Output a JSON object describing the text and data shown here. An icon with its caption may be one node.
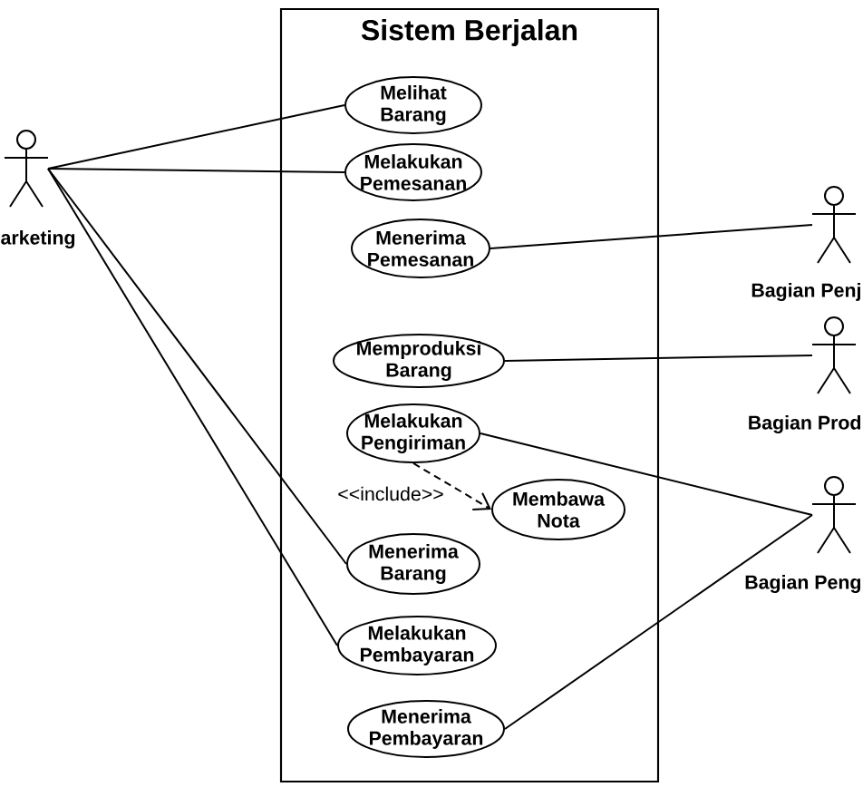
{
  "diagram": {
    "nodes": [
      {
        "text": [
          "Sistem Berjalan"
        ]
      },
      {
        "text": [
          "Melihat Barang"
        ],
        "in": 0
      },
      {
        "text": [
          "Melakukan Pemesanan"
        ],
        "in": 0
      },
      {
        "text": [
          "Menerima Pemesanan"
        ],
        "in": 0
      },
      {
        "text": [
          "Memproduksi Barang"
        ],
        "in": 0
      },
      {
        "text": [
          "Melakukan Pengiriman"
        ],
        "in": 0
      },
      {
        "text": [
          "Membawa Nota"
        ],
        "in": 0
      },
      {
        "text": [
          "Menerima Barang"
        ],
        "in": 0
      },
      {
        "text": [
          "Melakukan Pembayaran"
        ],
        "in": 0
      },
      {
        "text": [
          "Menerima Pembayaran"
        ],
        "in": 0
      },
      {
        "text": [
          "arketing"
        ]
      },
      {
        "text": [
          "Bagian Penj"
        ]
      },
      {
        "text": [
          "Bagian Prod"
        ]
      },
      {
        "text": [
          "Bagian Peng"
        ]
      }
    ],
    "edges": [
      {
        "from": 10,
        "to": 1,
        "arrow": "none"
      },
      {
        "from": 10,
        "to": 2,
        "arrow": "none"
      },
      {
        "from": 10,
        "to": 7,
        "arrow": "none"
      },
      {
        "from": 10,
        "to": 8,
        "arrow": "none"
      },
      {
        "from": 3,
        "to": 11,
        "arrow": "none"
      },
      {
        "from": 4,
        "to": 12,
        "arrow": "none"
      },
      {
        "from": 5,
        "to": 13,
        "arrow": "none"
      },
      {
        "from": 9,
        "to": 13,
        "arrow": "none"
      },
      {
        "from": 5,
        "to": 6,
        "arrow": "to",
        "style": "dashed",
        "label": "<<include>>"
      }
    ]
  }
}
